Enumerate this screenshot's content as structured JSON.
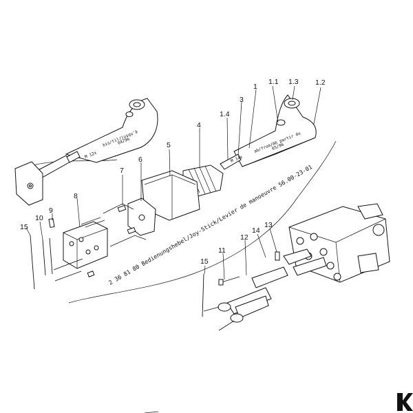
{
  "diagram": {
    "reference_title": "2 36 81 80  Bedienungshebel/Joy-Stick/Levier de manoeuvre  56.00-23-01",
    "callouts": [
      "1",
      "1.1",
      "1.2",
      "1.3",
      "1.4",
      "3",
      "4",
      "5",
      "6",
      "7",
      "8",
      "9",
      "10",
      "11",
      "12",
      "13",
      "14",
      "15"
    ],
    "lever_old_text": [
      "M 12x",
      "bis/til/jusqu'à",
      "04/96"
    ],
    "lever_new_text": [
      "M 14x",
      "ab/from/A6 partir du",
      "05/96"
    ],
    "brand_logo": "K"
  }
}
